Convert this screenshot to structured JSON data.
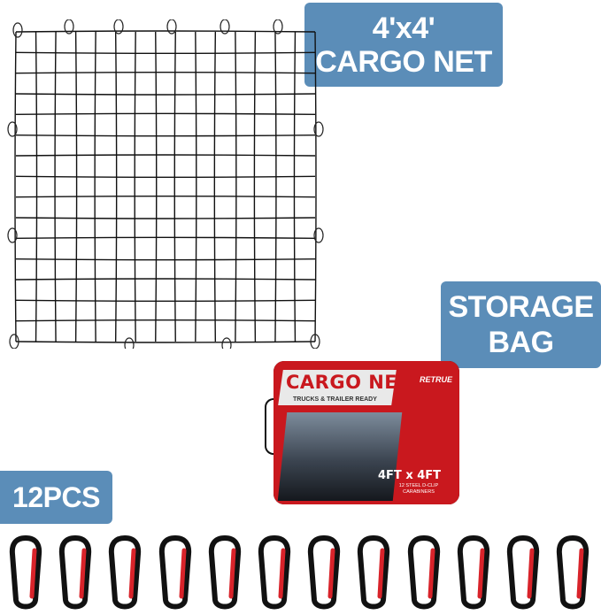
{
  "badges": {
    "net_line1": "4'x4'",
    "net_line2": "CARGO NET",
    "bag_line1": "STORAGE",
    "bag_line2": "BAG",
    "pcs": "12PCS"
  },
  "bag_print": {
    "title": "CARGO NET",
    "subtitle": "TRUCKS & TRAILER READY",
    "brand": "RETRUE",
    "size": "4FT x 4FT",
    "size_sub": "12 STEEL D-CLIP CARABINERS"
  },
  "colors": {
    "badge": "#5b8db8",
    "bag_red": "#c9181e",
    "clip_black": "#111111",
    "clip_red": "#d8232a"
  },
  "carabiner_count": 12
}
